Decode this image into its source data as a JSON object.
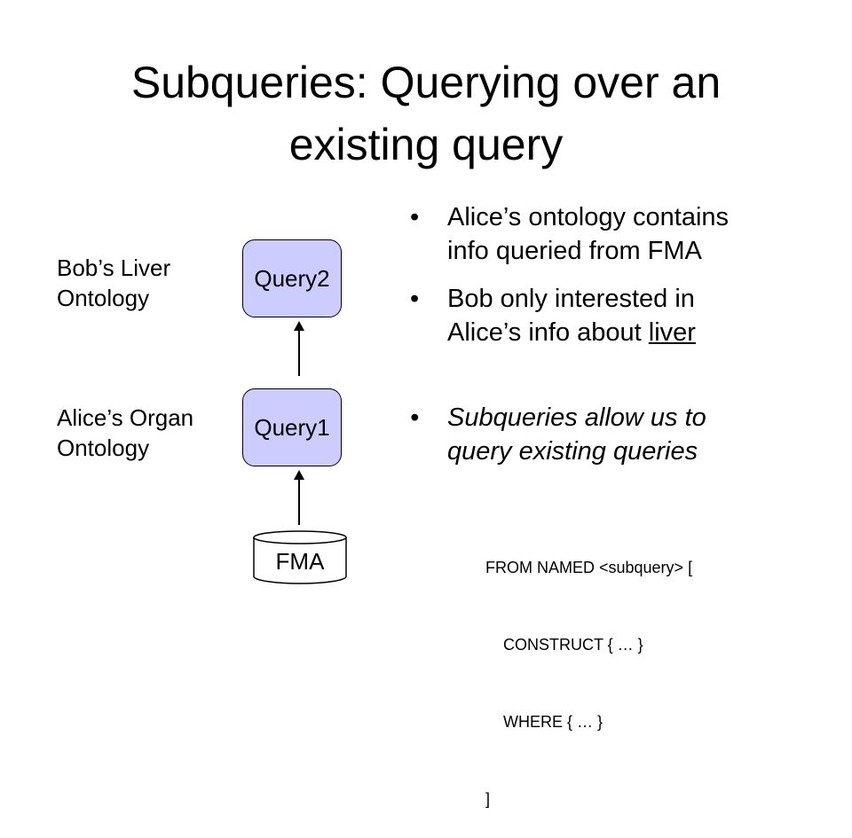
{
  "title": {
    "line1": "Subqueries: Querying over an",
    "line2": "existing query"
  },
  "diagram": {
    "bob_label": {
      "line1": "Bob’s Liver",
      "line2": "Ontology"
    },
    "alice_label": {
      "line1": "Alice’s Organ",
      "line2": "Ontology"
    },
    "query2": "Query2",
    "query1": "Query1",
    "fma": "FMA",
    "node_fill": "#ccccff"
  },
  "bullets": {
    "b1": {
      "line1": "Alice’s ontology contains",
      "line2": "info queried from FMA"
    },
    "b2": {
      "line1": "Bob only interested in",
      "line2_prefix": "Alice’s info about ",
      "line2_underlined": "liver"
    },
    "b3": {
      "line1": "Subqueries allow us to",
      "line2": "query existing queries"
    }
  },
  "code": {
    "line1": "FROM NAMED <subquery> [",
    "line2": "CONSTRUCT { … }",
    "line3": "WHERE { … }",
    "line4": "]"
  }
}
